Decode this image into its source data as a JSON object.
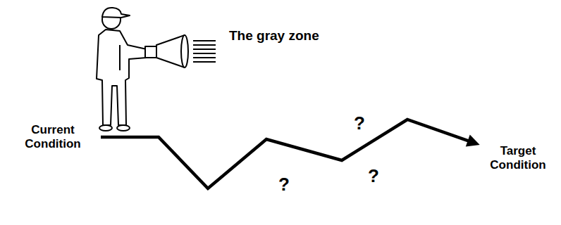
{
  "diagram": {
    "nodes": [
      {
        "text": [
          "Current Condition"
        ]
      },
      {
        "text": [
          "The gray zone",
          "?",
          "?",
          "?"
        ]
      },
      {
        "text": [
          "Target Condition"
        ]
      }
    ],
    "edges": [
      {
        "from": 0,
        "to": 2,
        "arrow": "to"
      }
    ]
  }
}
